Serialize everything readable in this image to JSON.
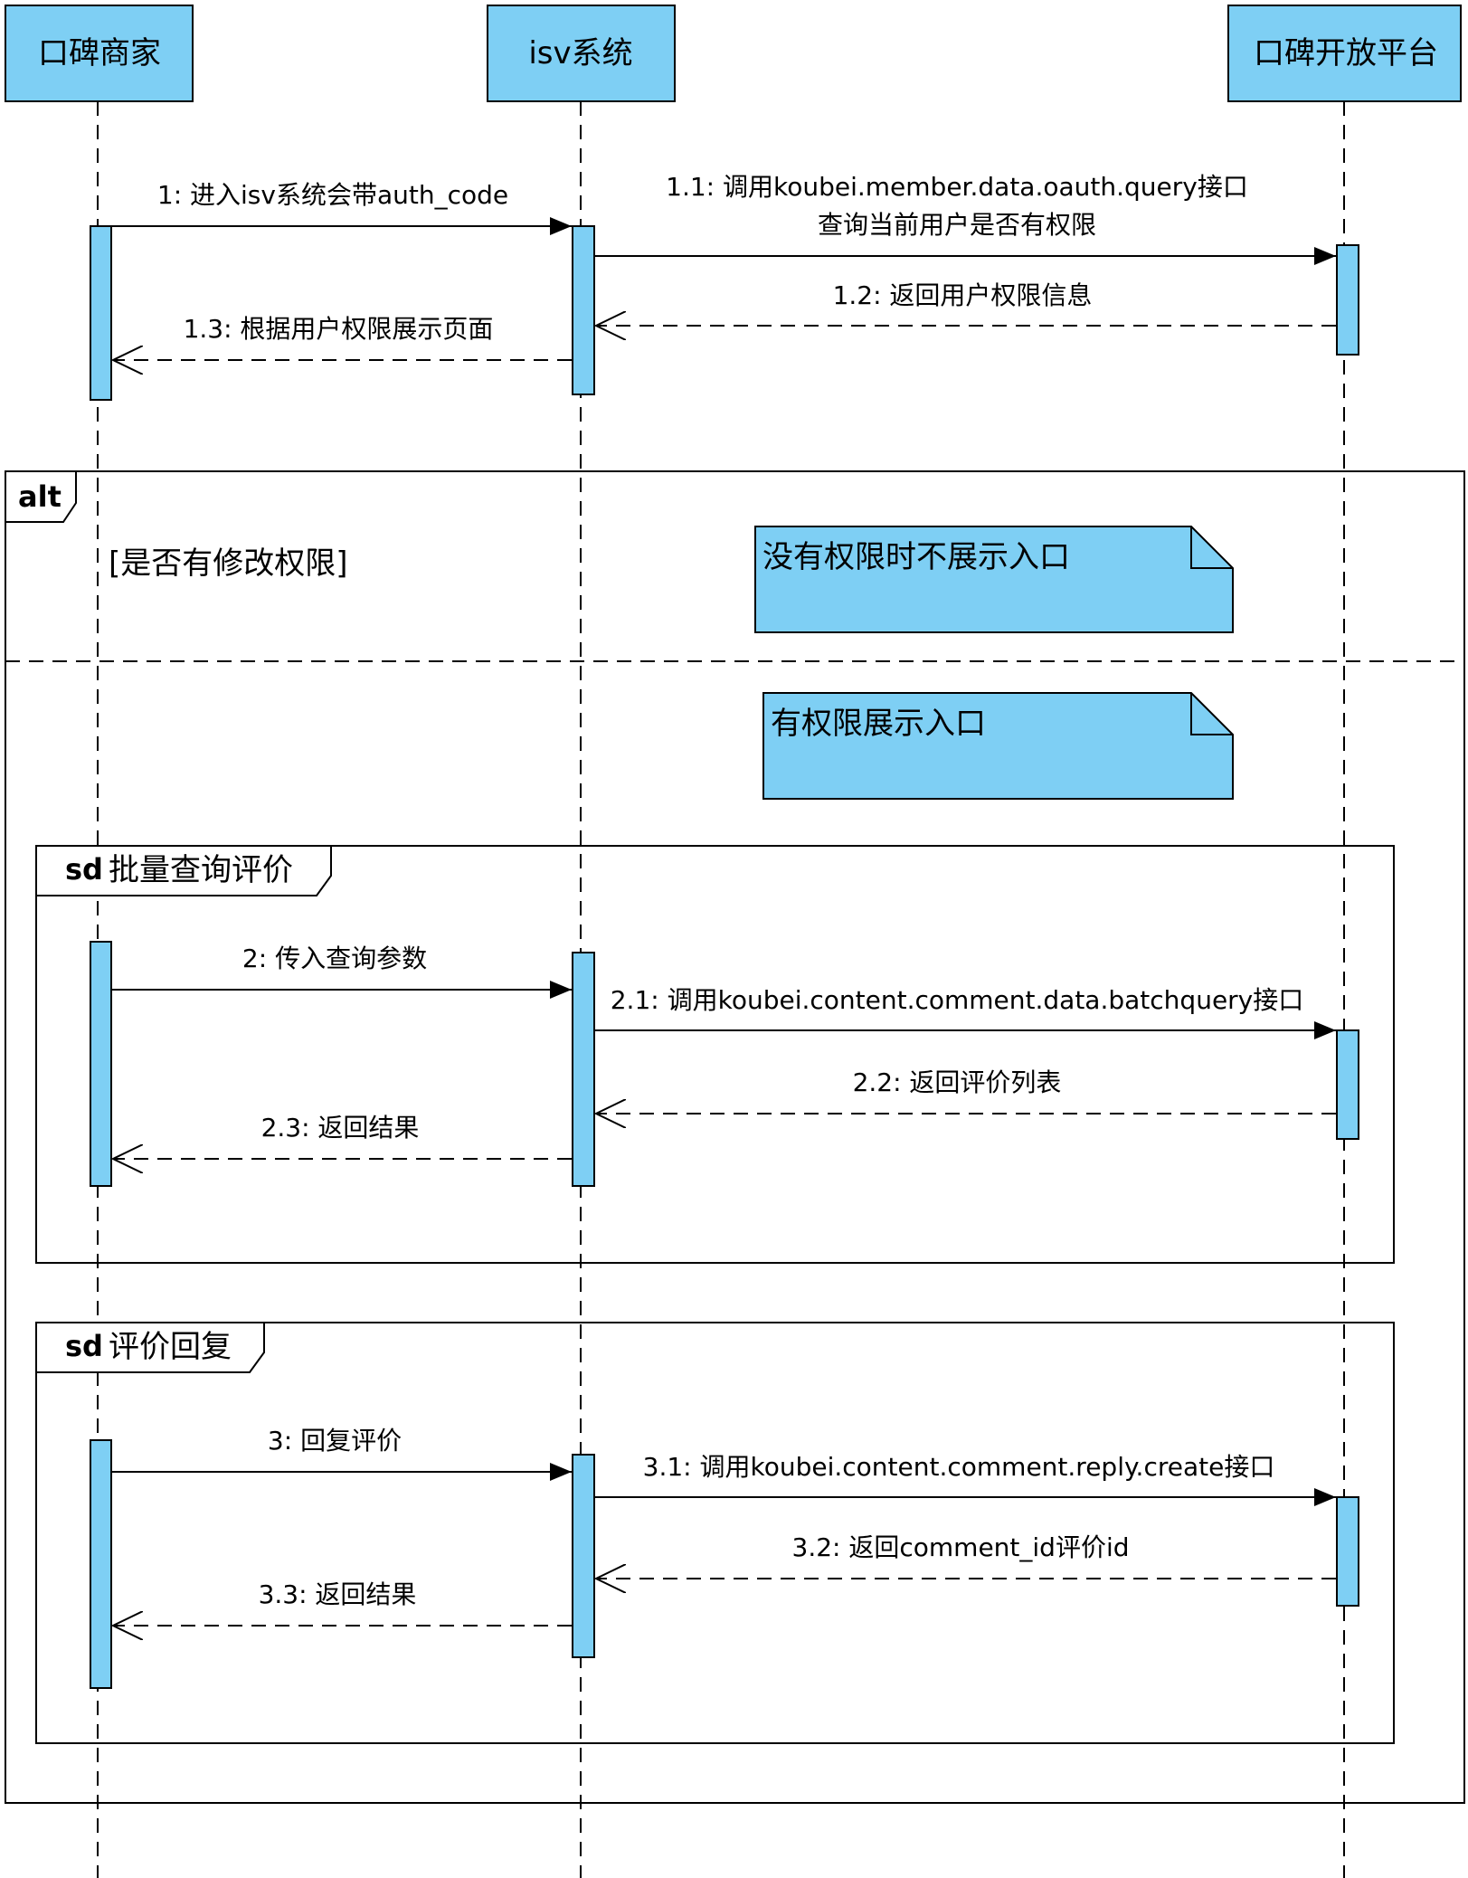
{
  "colors": {
    "box_fill": "#7ecff4",
    "stroke": "#000000",
    "background": "#ffffff"
  },
  "participants": [
    {
      "id": "merchant",
      "label": "口碑商家"
    },
    {
      "id": "isv",
      "label": "isv系统"
    },
    {
      "id": "platform",
      "label": "口碑开放平台"
    }
  ],
  "messages": [
    {
      "id": "m1",
      "from": "merchant",
      "to": "isv",
      "kind": "sync",
      "lines": [
        "1: 进入isv系统会带auth_code"
      ]
    },
    {
      "id": "m1_1",
      "from": "isv",
      "to": "platform",
      "kind": "sync",
      "lines": [
        "1.1: 调用koubei.member.data.oauth.query接口",
        "查询当前用户是否有权限"
      ]
    },
    {
      "id": "m1_2",
      "from": "platform",
      "to": "isv",
      "kind": "return",
      "lines": [
        "1.2: 返回用户权限信息"
      ]
    },
    {
      "id": "m1_3",
      "from": "isv",
      "to": "merchant",
      "kind": "return",
      "lines": [
        "1.3: 根据用户权限展示页面"
      ]
    },
    {
      "id": "m2",
      "from": "merchant",
      "to": "isv",
      "kind": "sync",
      "lines": [
        "2: 传入查询参数"
      ]
    },
    {
      "id": "m2_1",
      "from": "isv",
      "to": "platform",
      "kind": "sync",
      "lines": [
        "2.1: 调用koubei.content.comment.data.batchquery接口"
      ]
    },
    {
      "id": "m2_2",
      "from": "platform",
      "to": "isv",
      "kind": "return",
      "lines": [
        "2.2: 返回评价列表"
      ]
    },
    {
      "id": "m2_3",
      "from": "isv",
      "to": "merchant",
      "kind": "return",
      "lines": [
        "2.3: 返回结果"
      ]
    },
    {
      "id": "m3",
      "from": "merchant",
      "to": "isv",
      "kind": "sync",
      "lines": [
        "3: 回复评价"
      ]
    },
    {
      "id": "m3_1",
      "from": "isv",
      "to": "platform",
      "kind": "sync",
      "lines": [
        "3.1: 调用koubei.content.comment.reply.create接口"
      ]
    },
    {
      "id": "m3_2",
      "from": "platform",
      "to": "isv",
      "kind": "return",
      "lines": [
        "3.2: 返回comment_id评价id"
      ]
    },
    {
      "id": "m3_3",
      "from": "isv",
      "to": "merchant",
      "kind": "return",
      "lines": [
        "3.3: 返回结果"
      ]
    }
  ],
  "alt_fragment": {
    "keyword": "alt",
    "guard": "[是否有修改权限]"
  },
  "notes": [
    {
      "id": "note_no_permission",
      "text": "没有权限时不展示入口"
    },
    {
      "id": "note_has_permission",
      "text": "有权限展示入口"
    }
  ],
  "frames": [
    {
      "id": "frame_batch_query",
      "keyword": "sd",
      "title": "批量查询评价"
    },
    {
      "id": "frame_reply",
      "keyword": "sd",
      "title": "评价回复"
    }
  ]
}
